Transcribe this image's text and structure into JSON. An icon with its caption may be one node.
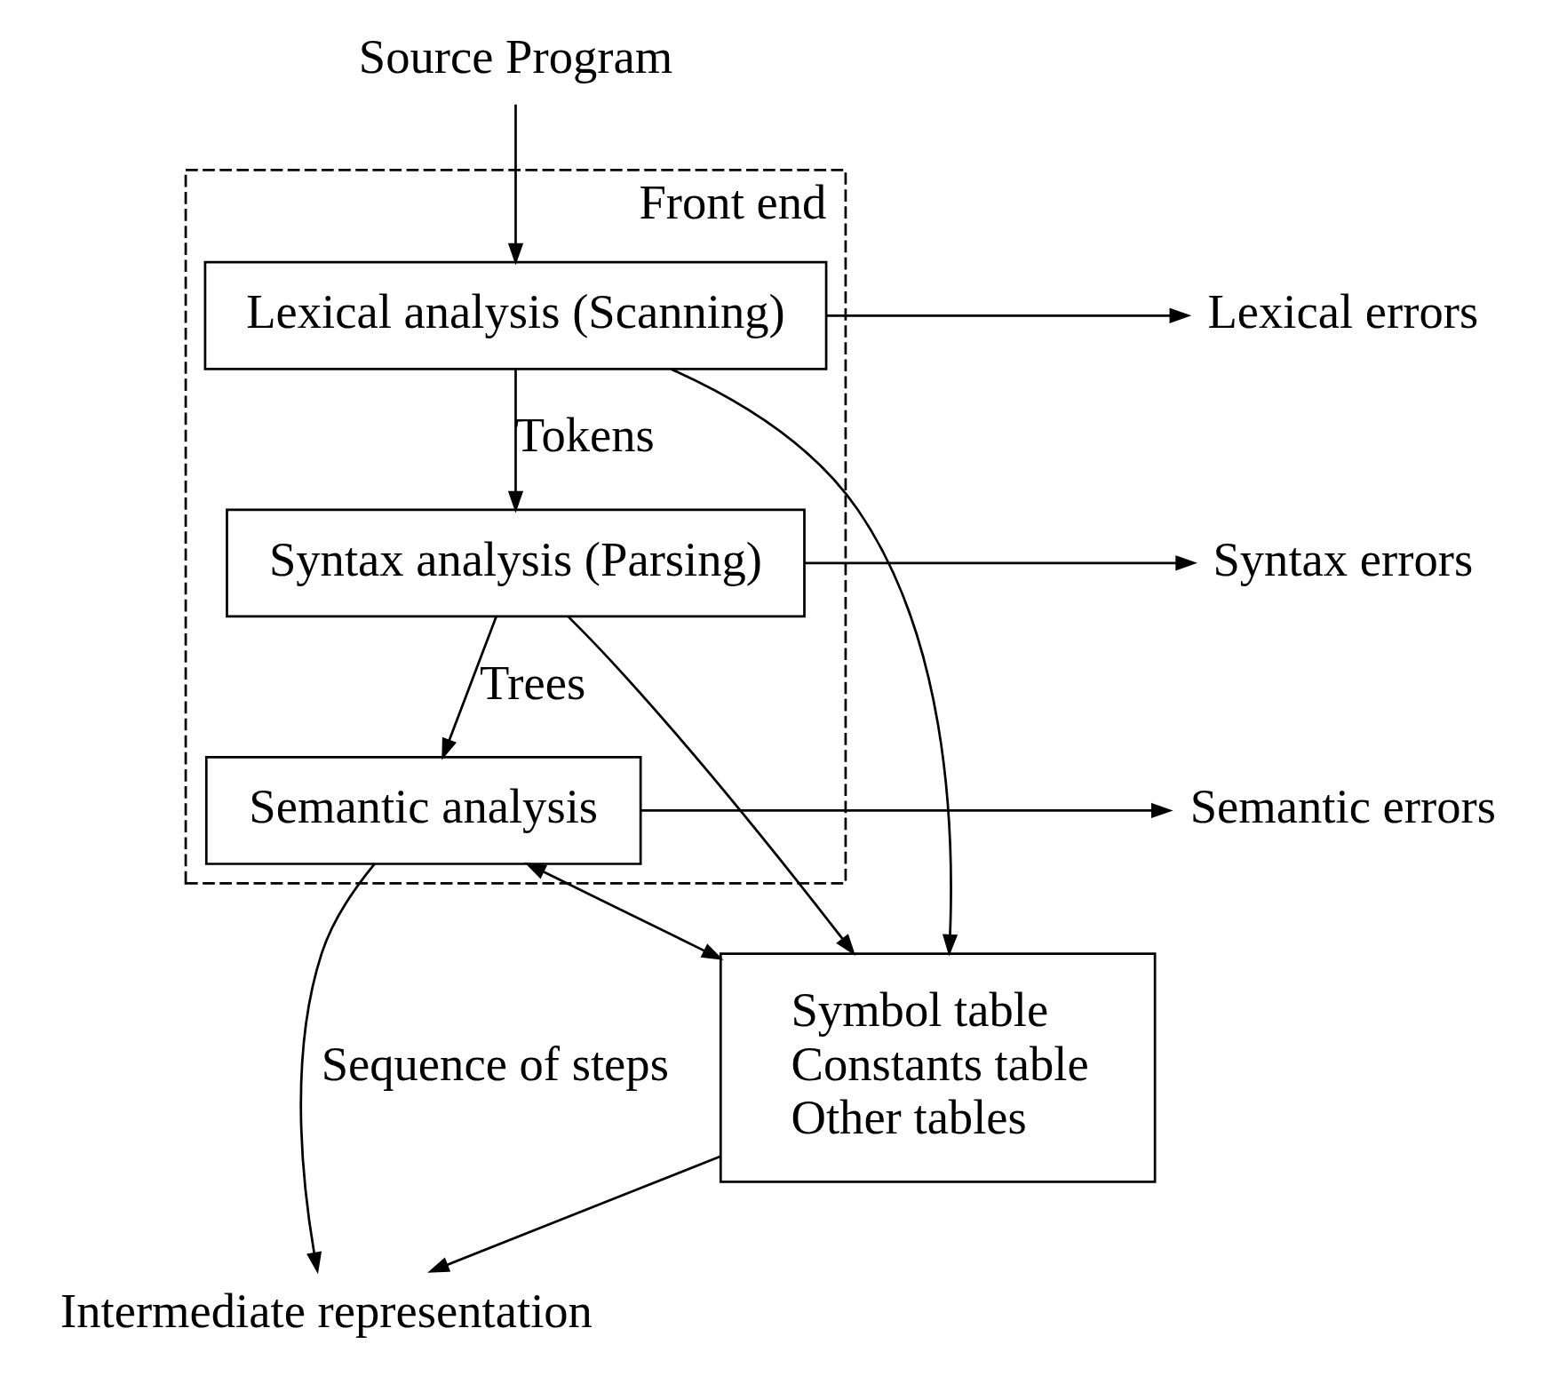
{
  "diagram": {
    "nodes": [
      {
        "text": [
          "Source Program"
        ]
      },
      {
        "text": [
          "Front end"
        ]
      },
      {
        "text": [
          "Lexical analysis (Scanning)"
        ],
        "in": 1
      },
      {
        "text": [
          "Syntax analysis (Parsing)"
        ],
        "in": 1
      },
      {
        "text": [
          "Semantic analysis"
        ],
        "in": 1
      },
      {
        "text": [
          "Lexical errors"
        ]
      },
      {
        "text": [
          "Syntax errors"
        ]
      },
      {
        "text": [
          "Semantic errors"
        ]
      },
      {
        "text": [
          "Symbol table",
          "Constants table",
          "Other tables"
        ]
      },
      {
        "text": [
          "Intermediate representation"
        ]
      }
    ],
    "edges": [
      {
        "from": 0,
        "to": 2,
        "arrow": "to"
      },
      {
        "from": 2,
        "to": 3,
        "arrow": "to",
        "label": "Tokens"
      },
      {
        "from": 3,
        "to": 4,
        "arrow": "to",
        "label": "Trees"
      },
      {
        "from": 2,
        "to": 5,
        "arrow": "to"
      },
      {
        "from": 3,
        "to": 6,
        "arrow": "to"
      },
      {
        "from": 4,
        "to": 7,
        "arrow": "to"
      },
      {
        "from": 2,
        "to": 8,
        "arrow": "to"
      },
      {
        "from": 3,
        "to": 8,
        "arrow": "to"
      },
      {
        "from": 4,
        "to": 8,
        "arrow": "both"
      },
      {
        "from": 4,
        "to": 9,
        "arrow": "to",
        "label": "Sequence of steps"
      },
      {
        "from": 8,
        "to": 9,
        "arrow": "to"
      }
    ]
  }
}
